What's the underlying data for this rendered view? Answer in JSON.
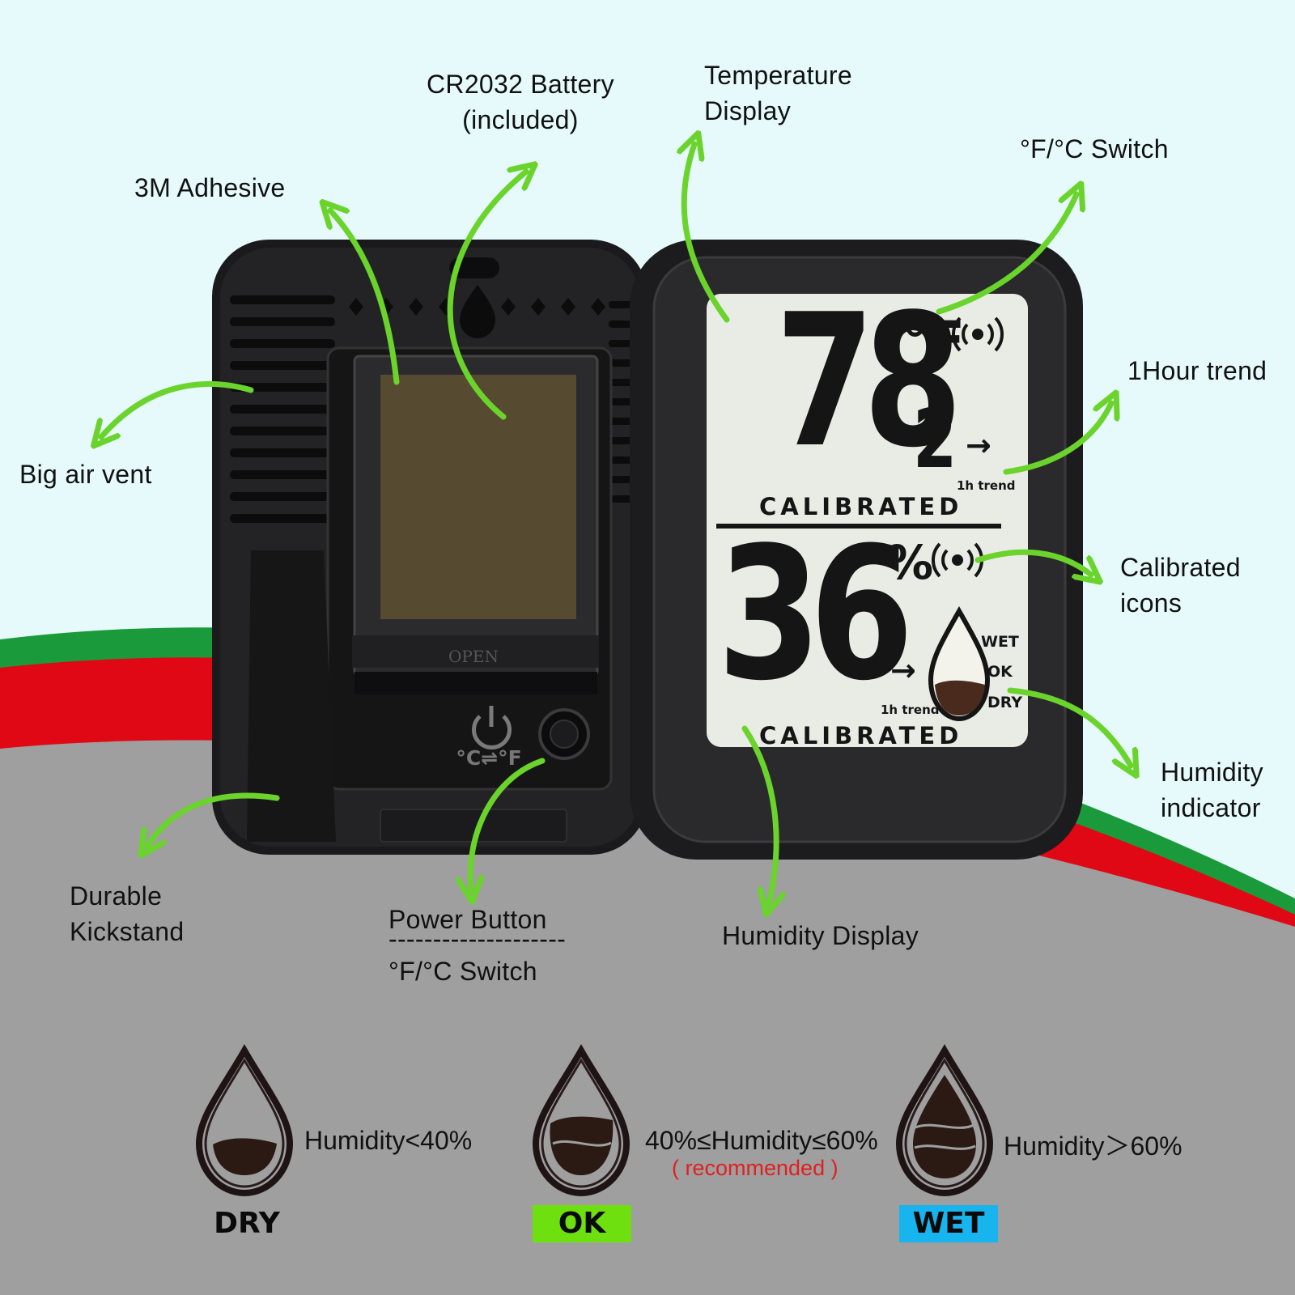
{
  "colors": {
    "arrow": "#6ad32c",
    "stripe_green": "#1a9a3a",
    "stripe_red": "#e00814",
    "ground_gray": "#9f9f9f",
    "sky": "#e6fafb",
    "lcd": "#e9ece4",
    "device": "#1c1c1e",
    "ok_badge": "#6fe00f",
    "wet_badge": "#17b4ee",
    "recommended_red": "#e02020"
  },
  "callouts": {
    "battery_line1": "CR2032 Battery",
    "battery_line2": "(included)",
    "temperature_line1": "Temperature",
    "temperature_line2": "Display",
    "unit_switch": "°F/°C Switch",
    "adhesive": "3M Adhesive",
    "trend": "1Hour trend",
    "air_vent": "Big air vent",
    "calibrated_line1": "Calibrated",
    "calibrated_line2": "icons",
    "humidity_indicator_line1": "Humidity",
    "humidity_indicator_line2": "indicator",
    "kickstand_line1": "Durable",
    "kickstand_line2": "Kickstand",
    "power_line1": "Power Button",
    "power_divider": "--------------------",
    "power_line2": "°F/°C Switch",
    "humidity_display": "Humidity Display"
  },
  "lcd": {
    "temp_main": "78",
    "temp_decimal": "2",
    "temp_unit": "°F",
    "trend_arrow": "→",
    "trend_label": "1h trend",
    "calibrated": "CALIBRATED",
    "humidity_value": "36",
    "humidity_unit": "%",
    "level_wet": "WET",
    "level_ok": "OK",
    "level_dry": "DRY"
  },
  "device": {
    "battery_door_label": "OPEN",
    "switch_label": "°C⇌°F"
  },
  "legend": [
    {
      "condition": "Humidity<40%",
      "note": "",
      "tag": "DRY",
      "icon": "drop-low-icon"
    },
    {
      "condition": "40%≤Humidity≤60%",
      "note": "( recommended )",
      "tag": "OK",
      "icon": "drop-mid-icon"
    },
    {
      "condition": "Humidity＞60%",
      "note": "",
      "tag": "WET",
      "icon": "drop-high-icon"
    }
  ]
}
